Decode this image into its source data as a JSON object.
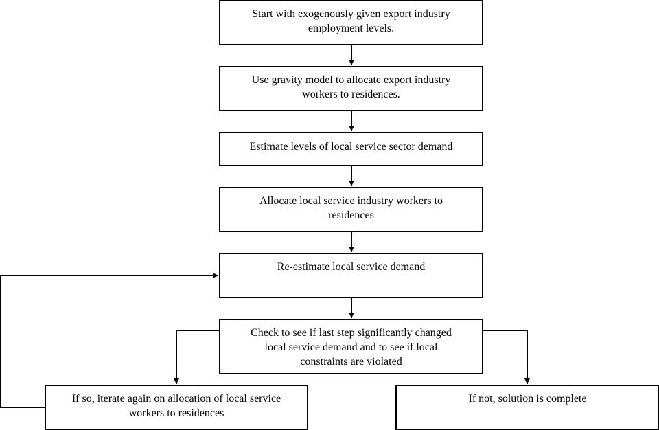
{
  "diagram": {
    "steps": {
      "start": "Start with exogenously given export industry\nemployment levels.",
      "gravity": "Use gravity model to allocate export industry\nworkers to residences.",
      "estimate": "Estimate levels of local service sector demand",
      "allocate": "Allocate local service industry workers to\nresidences",
      "reestimate": "Re-estimate local service demand",
      "check": "Check to see if last step significantly changed\nlocal service demand and to see if local\nconstraints are violated",
      "iterate": "If so, iterate again on allocation of local service\nworkers to residences",
      "complete": "If not, solution is complete"
    }
  }
}
